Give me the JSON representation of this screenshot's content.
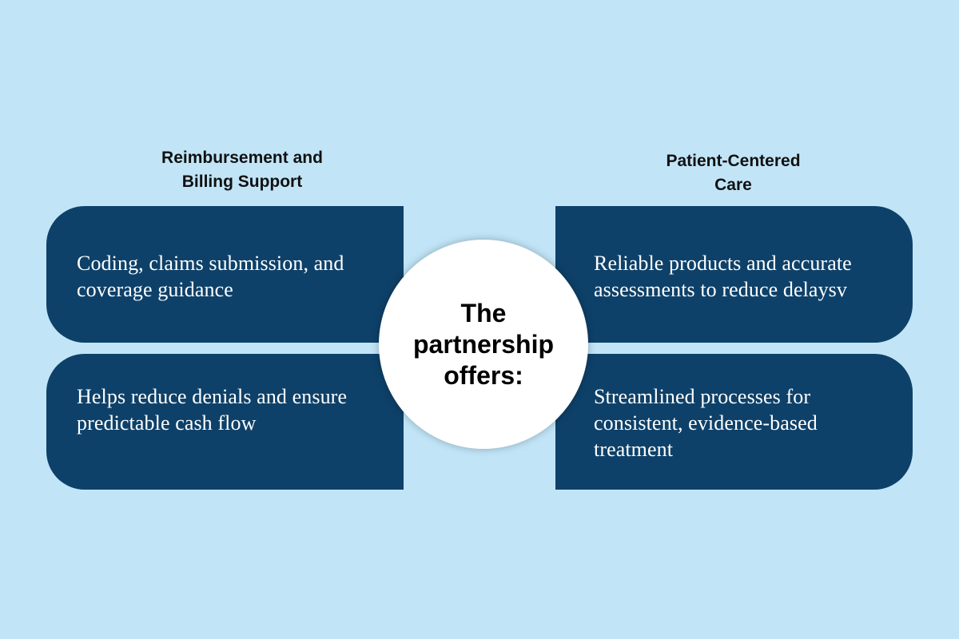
{
  "left": {
    "heading": [
      "Reimbursement and",
      "Billing Support"
    ],
    "boxes": [
      [
        "Coding, claims submission, and",
        "coverage guidance"
      ],
      [
        "Helps reduce denials and ensure",
        "predictable cash flow"
      ]
    ]
  },
  "right": {
    "heading": [
      "Patient-Centered",
      "Care"
    ],
    "boxes": [
      [
        "Reliable products and accurate",
        "assessments to reduce delaysv"
      ],
      [
        "Streamlined processes for",
        "consistent, evidence-based",
        "treatment"
      ]
    ]
  },
  "center": {
    "lines": [
      "The",
      "partnership",
      "offers:"
    ]
  },
  "colors": {
    "background": "#c1e5f7",
    "box_fill": "#0e4169",
    "box_text": "#ffffff",
    "circle_fill": "#ffffff"
  }
}
